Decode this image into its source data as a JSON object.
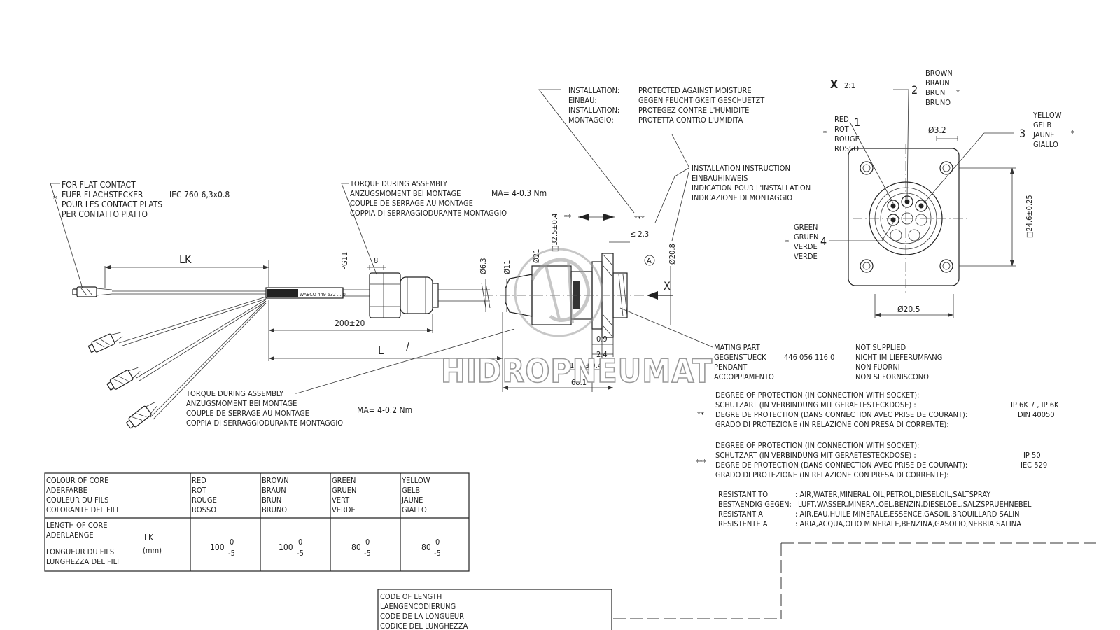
{
  "notes": {
    "flat_contact": [
      "FOR FLAT CONTACT",
      "FUER FLACHSTECKER",
      "POUR LES CONTACT PLATS",
      "PER CONTATTO PIATTO"
    ],
    "flat_contact_std": "IEC 760-6,3x0.8",
    "torque_top": [
      "TORQUE DURING ASSEMBLY",
      "ANZUGSMOMENT BEI MONTAGE",
      "COUPLE DE SERRAGE AU MONTAGE",
      "COPPIA DI SERRAGGIODURANTE  MONTAGGIO"
    ],
    "torque_top_value": "MA= 4-0.3 Nm",
    "torque_bottom": [
      "TORQUE DURING ASSEMBLY",
      "ANZUGSMOMENT BEI MONTAGE",
      "COUPLE DE SERRAGE AU MONTAGE",
      "COPPIA DI SERRAGGIODURANTE  MONTAGGIO"
    ],
    "torque_bottom_value": "MA= 4-0.2 Nm",
    "installation_labels": [
      "INSTALLATION:",
      "EINBAU:",
      "INSTALLATION:",
      "MONTAGGIO:"
    ],
    "installation_values": [
      "PROTECTED AGAINST MOISTURE",
      "GEGEN FEUCHTIGKEIT GESCHUETZT",
      "PROTEGEZ CONTRE L'HUMIDITE",
      "PROTETTA CONTRO L'UMIDITA"
    ],
    "install_instruction": [
      "INSTALLATION INSTRUCTION",
      "EINBAUHINWEIS",
      "INDICATION POUR L'INSTALLATION",
      "INDICAZIONE DI MONTAGGIO"
    ],
    "mating_labels": [
      "MATING PART",
      "GEGENSTUECK",
      "PENDANT",
      "ACCOPPIAMENTO"
    ],
    "mating_number": "446 056 116 0",
    "mating_values": [
      "NOT SUPPLIED",
      "NICHT IM LIEFERUMFANG",
      "NON FUORNI",
      "NON SI FORNISCONO"
    ],
    "protection_2": [
      "DEGREE OF PROTECTION (IN CONNECTION WITH SOCKET):",
      "SCHUTZART (IN VERBINDUNG MIT GERAETESTECKDOSE)   :",
      "DEGRE DE PROTECTION (DANS CONNECTION AVEC PRISE DE COURANT):",
      "GRADO DI PROTEZIONE (IN RELAZIONE CON PRESA DI CORRENTE):"
    ],
    "protection_2_values": [
      "IP 6K 7 , IP 6K",
      "DIN 40050"
    ],
    "protection_3": [
      "DEGREE OF PROTECTION (IN CONNECTION WITH SOCKET):",
      "SCHUTZART (IN VERBINDUNG MIT GERAETESTECKDOSE)   :",
      "DEGRE DE PROTECTION (DANS CONNECTION AVEC PRISE DE COURANT):",
      "GRADO DI PROTEZIONE (IN RELAZIONE CON PRESA DI CORRENTE):"
    ],
    "protection_3_values": [
      "IP 50",
      "IEC 529"
    ],
    "resistant_labels": [
      "RESISTANT TO",
      "BESTAENDIG GEGEN:",
      "RESISTANT A",
      "RESISTENTE A"
    ],
    "resistant_values": [
      ": AIR,WATER,MINERAL OIL,PETROL,DIESELOIL,SALTSPRAY",
      "LUFT,WASSER,MINERALOEL,BENZIN,DIESELOEL,SALZSPRUEHNEBEL",
      ": AIR,EAU,HUILE MINERALE,ESSENCE,GASOIL,BROUILLARD SALIN",
      ": ARIA,ACQUA,OLIO MINERALE,BENZINA,GASOLIO,NEBBIA SALINA"
    ],
    "star1": "*",
    "star2": "**",
    "star3": "***"
  },
  "view_x": {
    "title": "X",
    "scale": "2:1",
    "pins": [
      {
        "num": "1",
        "names": [
          "RED",
          "ROT",
          "ROUGE",
          "ROSSO"
        ]
      },
      {
        "num": "2",
        "names": [
          "BROWN",
          "BRAUN",
          "BRUN",
          "BRUNO"
        ]
      },
      {
        "num": "3",
        "names": [
          "YELLOW",
          "GELB",
          "JAUNE",
          "GIALLO"
        ]
      },
      {
        "num": "4",
        "names": [
          "GREEN",
          "GRUEN",
          "VERDE",
          "VERDE"
        ]
      }
    ],
    "dims": {
      "hole": "Ø3.2",
      "square": "□24.6±0.25",
      "width": "Ø20.5"
    }
  },
  "dimensions": {
    "lk": "LK",
    "l": "L",
    "l_mark": "/",
    "pg": "PG11",
    "d8": "8",
    "d200": "200±20",
    "d63": "Ø6.3",
    "d11": "Ø11",
    "d21": "Ø21",
    "d325": "□32.5±0.4",
    "d23": "≤ 2.3",
    "d208": "Ø20.8",
    "ref_a": "A",
    "view_arrow": "X",
    "d09": "0.9",
    "d24": "2.4",
    "d107": "10.7±0.4",
    "d681": "68.1"
  },
  "cable_marking": "WABCO  449 632 ... 0",
  "watermark": "HIDROPNEUMAT",
  "core_table": {
    "row1_header": [
      "COLOUR OF CORE",
      "ADERFARBE",
      "COULEUR DU FILS",
      "COLORANTE DEL FILI"
    ],
    "colours": [
      [
        "RED",
        "ROT",
        "ROUGE",
        "ROSSO"
      ],
      [
        "BROWN",
        "BRAUN",
        "BRUN",
        "BRUNO"
      ],
      [
        "GREEN",
        "GRUEN",
        "VERT",
        "VERDE"
      ],
      [
        "YELLOW",
        "GELB",
        "JAUNE",
        "GIALLO"
      ]
    ],
    "row2_header": [
      "LENGTH OF CORE",
      "ADERLAENGE",
      "LONGUEUR DU FILS",
      "LUNGHEZZA DEL FILI"
    ],
    "lk_symbol": "LK",
    "unit": "(mm)",
    "lengths": [
      {
        "val": "100",
        "up": "0",
        "low": "-5"
      },
      {
        "val": "100",
        "up": "0",
        "low": "-5"
      },
      {
        "val": "80",
        "up": "0",
        "low": "-5"
      },
      {
        "val": "80",
        "up": "0",
        "low": "-5"
      }
    ]
  },
  "length_code_box": [
    "CODE OF LENGTH",
    "LAENGENCODIERUNG",
    "CODE DE LA LONGUEUR",
    "CODICE DEL LUNGHEZZA"
  ]
}
